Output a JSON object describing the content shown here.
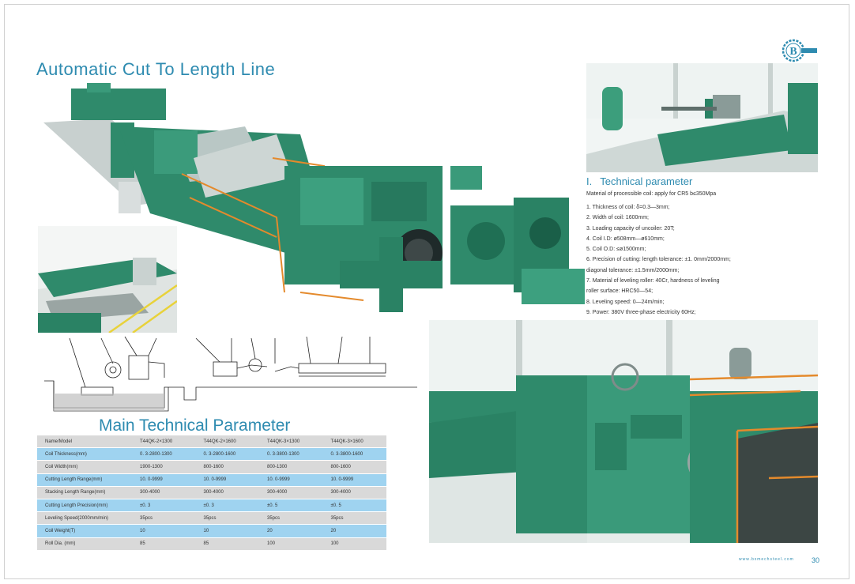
{
  "page": {
    "title": "Automatic Cut To Length Line",
    "logo_letter": "B",
    "footer_url": "www.bxmechsteel.com",
    "page_number": "30"
  },
  "technical": {
    "numeral": "I.",
    "heading": "Technical parameter",
    "intro": "Material of processible coil: apply for CR5 b≤350Mpa",
    "items": [
      "1.     Thickness of coil:          δ=0.3—3mm;",
      "2.     Width of coil:          1600mm;",
      "3.     Loading capacity of uncoiler: 20T;",
      "4.     Coil I.D:              ø508mm—ø610mm;",
      "5.     Coil O.D:              ≤ø1500mm;",
      "6.     Precision of cutting:   length tolerance: ±1. 0mm/2000mm;",
      "diagonal tolerance: ±1.5mm/2000mm;",
      "7.     Material of leveling roller: 40Cr, hardness of leveling",
      "roller surface: HRC50—54;",
      "8.      Leveling speed: 0—24m/min;",
      "9.     Power: 380V three-phase electricity 60Hz;"
    ]
  },
  "main_title": "Main Technical Parameter",
  "table": {
    "header": [
      "Name/Model",
      "T44QK-2×1300",
      "T44QK-2×1600",
      "T44QK-3×1300",
      "T44QK-3×1600"
    ],
    "rows": [
      [
        "Coil Thickness(mm)",
        "0. 3-2800-1300",
        "0. 3-2800-1600",
        "0. 3-3800-1300",
        "0. 3-3800-1600"
      ],
      [
        "Coil Width(mm)",
        "1900-1300",
        "800-1600",
        "800-1300",
        "800-1600"
      ],
      [
        "Cutting Length Range(mm)",
        "10. 0-9999",
        "10. 0-9999",
        "10. 0-9999",
        "10. 0-9999"
      ],
      [
        "Stacking Length Range(mm)",
        "300-4000",
        "300-4000",
        "300-4000",
        "300-4000"
      ],
      [
        "Cutting Length Precision(mm)",
        "±0. 3",
        "±0. 3",
        "±0. 5",
        "±0. 5"
      ],
      [
        "Leveling Speed(2000mm/min)",
        "35pcs",
        "35pcs",
        "35pcs",
        "35pcs"
      ],
      [
        "Coil Weight(T)",
        "10",
        "10",
        "20",
        "20"
      ],
      [
        "Roll Dia. (mm)",
        "85",
        "85",
        "100",
        "100"
      ]
    ]
  }
}
